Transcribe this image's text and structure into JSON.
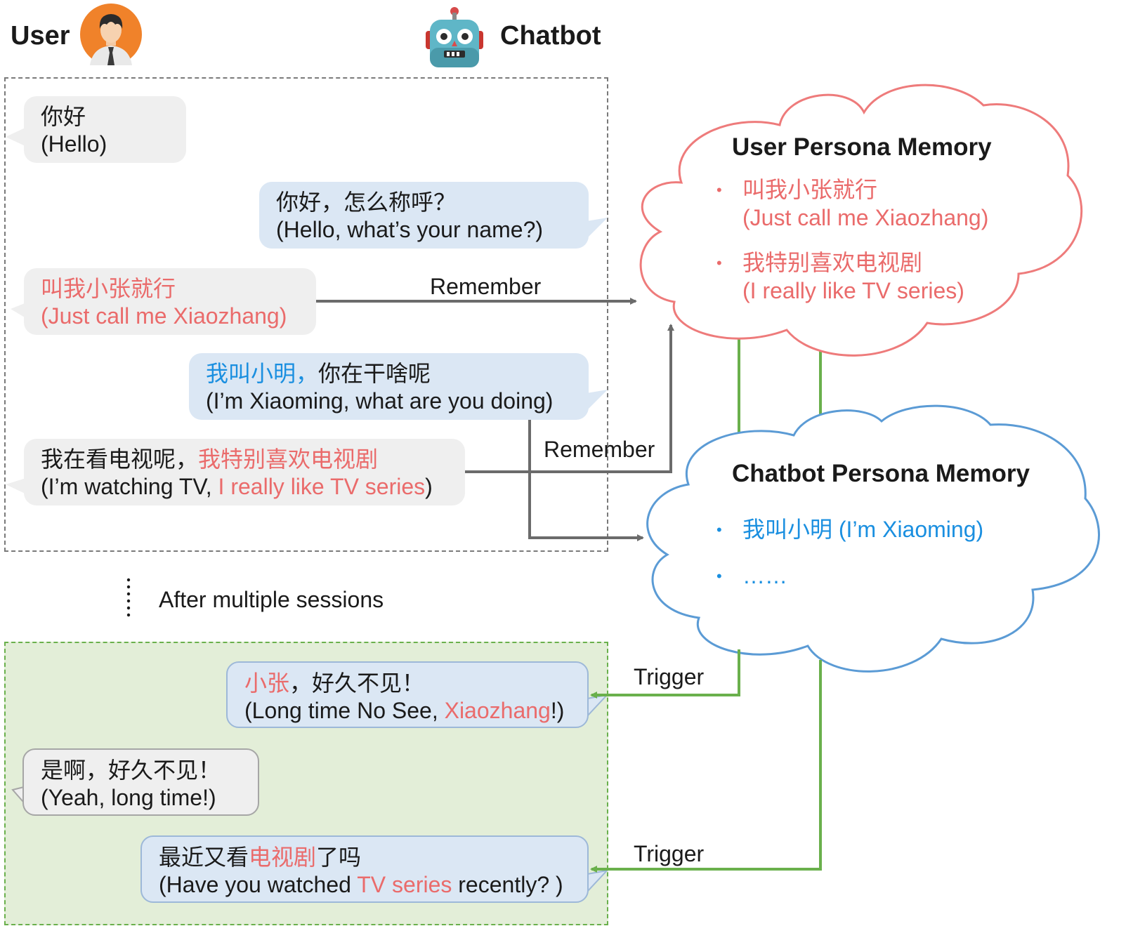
{
  "header": {
    "user_label": "User",
    "chatbot_label": "Chatbot",
    "user_avatar_icon": "user-avatar-icon",
    "chatbot_avatar_icon": "robot-face-icon"
  },
  "session1": {
    "m1": {
      "line1": "你好",
      "line2": "(Hello)"
    },
    "m2": {
      "line1": "你好，怎么称呼？",
      "line2": "(Hello, what’s your name?)"
    },
    "m3": {
      "line1": "叫我小张就行",
      "line2": "(Just call me Xiaozhang)"
    },
    "m4": {
      "line1_a": "我叫小明，",
      "line1_b": "你在干啥呢",
      "line2": "(I’m Xiaoming, what are you doing)"
    },
    "m5": {
      "line1_a": "我在看电视呢，",
      "line1_b": "我特别喜欢电视剧",
      "line2_a": "(I’m watching TV, ",
      "line2_b": "I really like TV series",
      "line2_c": ")"
    }
  },
  "separator": {
    "label": "After multiple sessions"
  },
  "session2": {
    "m1": {
      "line1_a": "小张",
      "line1_b": "，好久不见！",
      "line2_a": "(Long time No See, ",
      "line2_b": "Xiaozhang",
      "line2_c": "!)"
    },
    "m2": {
      "line1": "是啊，好久不见！",
      "line2": "(Yeah, long time!)"
    },
    "m3": {
      "line1_a": "最近又看",
      "line1_b": "电视剧",
      "line1_c": "了吗",
      "line2_a": "(Have you watched ",
      "line2_b": "TV series",
      "line2_c": " recently? )"
    }
  },
  "arrows": {
    "remember_1": "Remember",
    "remember_2": "Remember",
    "trigger_1": "Trigger",
    "trigger_2": "Trigger"
  },
  "user_memory": {
    "title": "User Persona Memory",
    "items": [
      {
        "zh": "叫我小张就行",
        "en": "(Just call me Xiaozhang)"
      },
      {
        "zh": "我特别喜欢电视剧",
        "en": "(I really like TV series)"
      }
    ]
  },
  "chatbot_memory": {
    "title": "Chatbot Persona Memory",
    "items": [
      "我叫小明 (I’m Xiaoming)",
      "……"
    ]
  },
  "colors": {
    "user_accent": "#ea6b6b",
    "bot_accent": "#1a8fe0",
    "arrow_gray": "#6b6b6b",
    "trigger_green": "#6ab04c",
    "cloud_red": "#ee7b7b",
    "cloud_blue": "#5b9bd5"
  }
}
